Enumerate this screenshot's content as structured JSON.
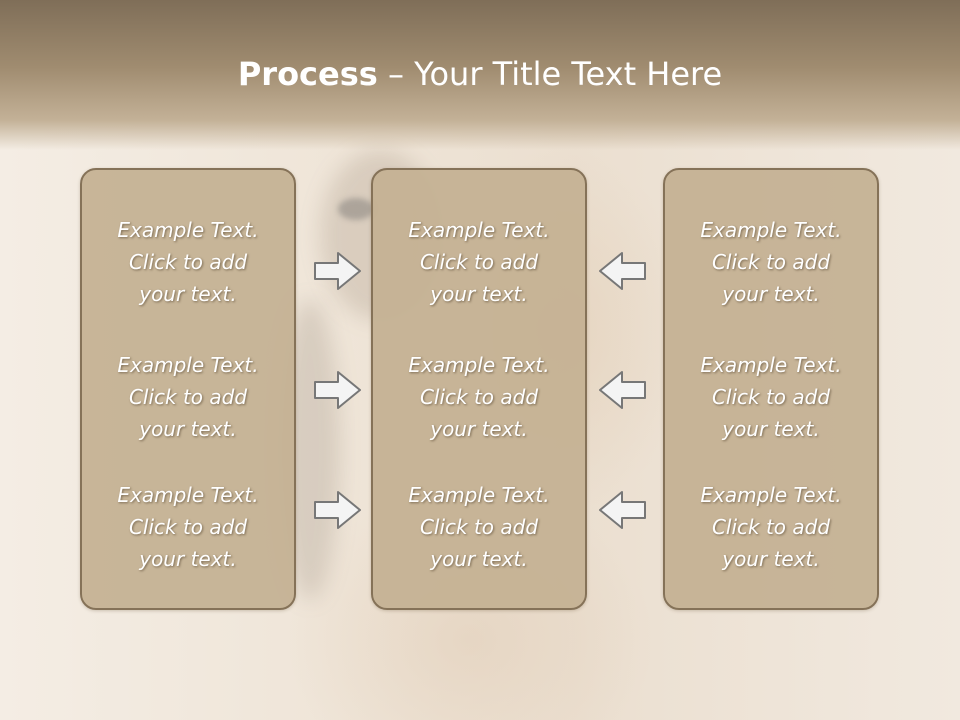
{
  "slide": {
    "title_bold": "Process",
    "title_rest": " – Your Title Text Here",
    "colors": {
      "header_band": "#8f7c62",
      "box_fill": "#c4b092",
      "box_border": "#857258",
      "text": "#ffffff",
      "arrow_fill": "#f4f4f4",
      "arrow_stroke": "#777777"
    }
  },
  "columns": [
    {
      "name": "left",
      "cells": [
        {
          "line1": "Example Text.",
          "line2": "Click  to add",
          "line3": "your text."
        },
        {
          "line1": "Example Text.",
          "line2": "Click  to add",
          "line3": "your text."
        },
        {
          "line1": "Example Text.",
          "line2": "Click  to add",
          "line3": "your text."
        }
      ]
    },
    {
      "name": "middle",
      "cells": [
        {
          "line1": "Example Text.",
          "line2": "Click  to add",
          "line3": "your text."
        },
        {
          "line1": "Example Text.",
          "line2": "Click  to add",
          "line3": "your text."
        },
        {
          "line1": "Example Text.",
          "line2": "Click  to add",
          "line3": "your text."
        }
      ]
    },
    {
      "name": "right",
      "cells": [
        {
          "line1": "Example Text.",
          "line2": "Click  to add",
          "line3": "your text."
        },
        {
          "line1": "Example Text.",
          "line2": "Click  to add",
          "line3": "your text."
        },
        {
          "line1": "Example Text.",
          "line2": "Click  to add",
          "line3": "your text."
        }
      ]
    }
  ],
  "arrows": [
    {
      "icon": "arrow-right-icon",
      "direction": "right"
    },
    {
      "icon": "arrow-right-icon",
      "direction": "right"
    },
    {
      "icon": "arrow-right-icon",
      "direction": "right"
    },
    {
      "icon": "arrow-left-icon",
      "direction": "left"
    },
    {
      "icon": "arrow-left-icon",
      "direction": "left"
    },
    {
      "icon": "arrow-left-icon",
      "direction": "left"
    }
  ]
}
